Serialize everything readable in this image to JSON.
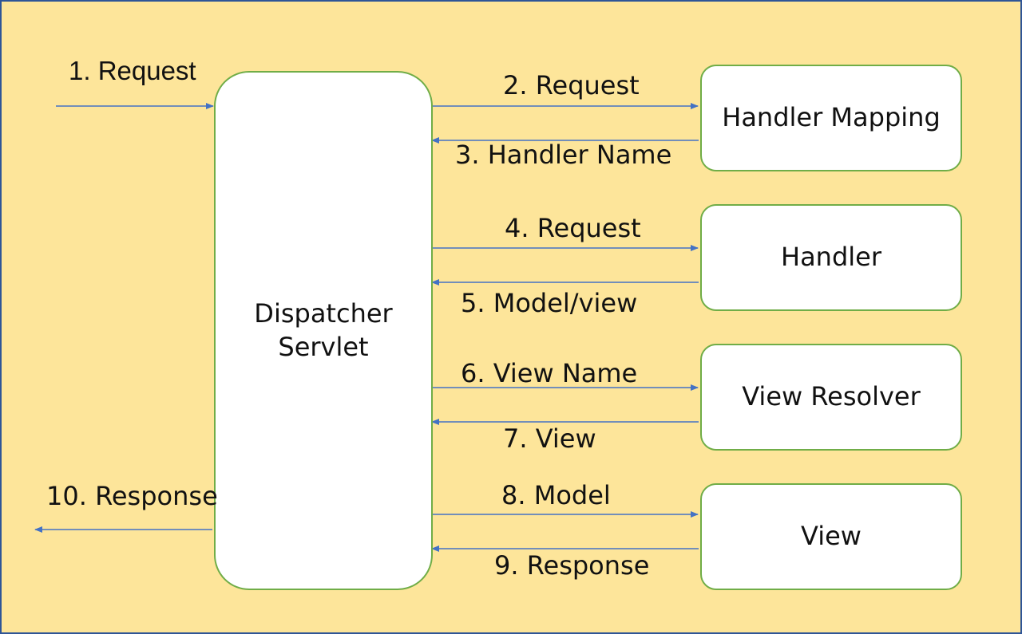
{
  "colors": {
    "background": "#fde59a",
    "frame": "#2f5597",
    "box_border": "#70ad47",
    "arrow": "#4472c4"
  },
  "dispatcher": {
    "line1": "Dispatcher",
    "line2": "Servlet"
  },
  "components": {
    "handler_mapping": "Handler Mapping",
    "handler": "Handler",
    "view_resolver": "View Resolver",
    "view": "View"
  },
  "steps": {
    "s1": "1. Request",
    "s2": "2. Request",
    "s3": "3. Handler Name",
    "s4": "4. Request",
    "s5": "5. Model/view",
    "s6": "6. View Name",
    "s7": "7. View",
    "s8": "8. Model",
    "s9": "9. Response",
    "s10": "10. Response"
  }
}
